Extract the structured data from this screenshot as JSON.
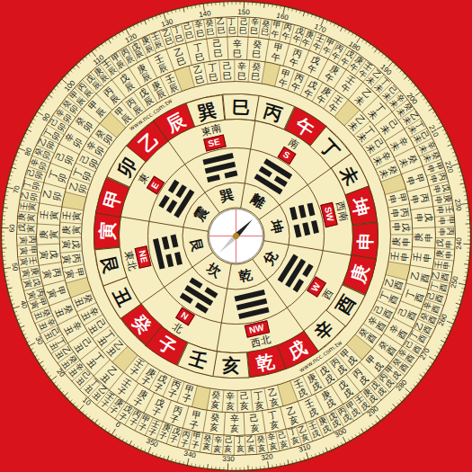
{
  "diagram": {
    "nodes": [
      {
        "text": [
          "子"
        ]
      },
      {
        "text": [
          "癸"
        ]
      },
      {
        "text": [
          "丑"
        ]
      },
      {
        "text": [
          "艮"
        ]
      },
      {
        "text": [
          "寅"
        ]
      },
      {
        "text": [
          "甲"
        ]
      },
      {
        "text": [
          "卯"
        ]
      },
      {
        "text": [
          "乙"
        ]
      },
      {
        "text": [
          "辰"
        ]
      },
      {
        "text": [
          "巽"
        ]
      },
      {
        "text": [
          "巳"
        ]
      },
      {
        "text": [
          "丙"
        ]
      },
      {
        "text": [
          "午"
        ]
      },
      {
        "text": [
          "丁"
        ]
      },
      {
        "text": [
          "未"
        ]
      },
      {
        "text": [
          "坤"
        ]
      },
      {
        "text": [
          "申"
        ]
      },
      {
        "text": [
          "庚"
        ]
      },
      {
        "text": [
          "酉"
        ]
      },
      {
        "text": [
          "辛"
        ]
      },
      {
        "text": [
          "戌"
        ]
      },
      {
        "text": [
          "乾"
        ]
      },
      {
        "text": [
          "亥"
        ]
      },
      {
        "text": [
          "壬"
        ]
      },
      {
        "text": [
          "N"
        ]
      },
      {
        "text": [
          "NE"
        ]
      },
      {
        "text": [
          "E"
        ]
      },
      {
        "text": [
          "SE"
        ]
      },
      {
        "text": [
          "S"
        ]
      },
      {
        "text": [
          "SW"
        ]
      },
      {
        "text": [
          "W"
        ]
      },
      {
        "text": [
          "NW"
        ]
      }
    ],
    "labels": [
      "0",
      "10",
      "20",
      "30",
      "40",
      "50",
      "60",
      "70",
      "80",
      "90",
      "100",
      "110",
      "120",
      "130",
      "140",
      "150",
      "160",
      "170",
      "180",
      "190",
      "200",
      "210",
      "220",
      "230",
      "240",
      "250",
      "260",
      "270",
      "280",
      "290",
      "300",
      "310",
      "320",
      "330",
      "340",
      "350",
      "甲子",
      "丙子",
      "戊子",
      "庚子",
      "壬子",
      "甲子",
      "丙子",
      "戊子",
      "庚子",
      "壬子",
      "乙丑",
      "丁丑",
      "己丑",
      "辛丑",
      "癸丑",
      "乙丑",
      "丁丑",
      "己丑",
      "辛丑",
      "癸丑",
      "甲寅",
      "丙寅",
      "戊寅",
      "庚寅",
      "壬寅",
      "甲寅",
      "丙寅",
      "戊寅",
      "庚寅",
      "壬寅",
      "乙卯",
      "丁卯",
      "己卯",
      "辛卯",
      "癸卯",
      "乙卯",
      "丁卯",
      "己卯",
      "辛卯",
      "癸卯",
      "甲辰",
      "丙辰",
      "戊辰",
      "庚辰",
      "壬辰",
      "甲辰",
      "丙辰",
      "戊辰",
      "庚辰",
      "壬辰",
      "乙巳",
      "丁巳",
      "己巳",
      "辛巳",
      "癸巳",
      "乙巳",
      "丁巳",
      "己巳",
      "辛巳",
      "癸巳",
      "甲午",
      "丙午",
      "戊午",
      "庚午",
      "壬午",
      "甲午",
      "丙午",
      "戊午",
      "庚午",
      "壬午",
      "乙未",
      "丁未",
      "己未",
      "辛未",
      "癸未",
      "乙未",
      "丁未",
      "己未",
      "辛未",
      "癸未",
      "甲申",
      "丙申",
      "戊申",
      "庚申",
      "壬申",
      "甲申",
      "丙申",
      "戊申",
      "庚申",
      "壬申",
      "乙酉",
      "丁酉",
      "己酉",
      "辛酉",
      "癸酉",
      "乙酉",
      "丁酉",
      "己酉",
      "辛酉",
      "癸酉",
      "甲戌",
      "丙戌",
      "戊戌",
      "庚戌",
      "壬戌",
      "甲戌",
      "丙戌",
      "戊戌",
      "庚戌",
      "壬戌",
      "乙亥",
      "丁亥",
      "己亥",
      "辛亥",
      "癸亥",
      "乙亥",
      "丁亥",
      "己亥",
      "辛亥",
      "癸亥",
      "甲子",
      "丙子",
      "戊子",
      "庚子",
      "壬子",
      "乙丑",
      "丁丑",
      "己丑",
      "辛丑",
      "癸丑",
      "甲寅",
      "丙寅",
      "戊寅",
      "庚寅",
      "壬寅",
      "乙卯",
      "丁卯",
      "己卯",
      "辛卯",
      "癸卯",
      "甲辰",
      "丙辰",
      "戊辰",
      "庚辰",
      "壬辰",
      "乙巳",
      "丁巳",
      "己巳",
      "辛巳",
      "癸巳",
      "甲午",
      "丙午",
      "戊午",
      "庚午",
      "壬午",
      "乙未",
      "丁未",
      "己未",
      "辛未",
      "癸未",
      "甲申",
      "丙申",
      "戊申",
      "庚申",
      "壬申",
      "乙酉",
      "丁酉",
      "己酉",
      "辛酉",
      "癸酉",
      "甲戌",
      "丙戌",
      "戊戌",
      "庚戌",
      "壬戌",
      "乙亥",
      "丁亥",
      "己亥",
      "辛亥",
      "癸亥",
      "甲子",
      "丙子",
      "戊子",
      "庚子",
      "壬子",
      "乙丑",
      "丁丑",
      "己丑",
      "辛丑",
      "癸丑",
      "甲寅",
      "丙寅",
      "戊寅",
      "庚寅",
      "壬寅",
      "乙卯",
      "丁卯",
      "己卯",
      "辛卯",
      "癸卯",
      "甲辰",
      "丙辰",
      "戊辰",
      "庚辰",
      "壬辰",
      "乙巳",
      "丁巳",
      "己巳",
      "辛巳",
      "癸巳",
      "甲午",
      "丙午",
      "戊午",
      "庚午",
      "壬午",
      "乙未",
      "丁未",
      "己未",
      "辛未",
      "癸未",
      "甲申",
      "丙申",
      "戊申",
      "庚申",
      "壬申",
      "乙酉",
      "丁酉",
      "己酉",
      "辛酉",
      "癸酉",
      "甲戌",
      "丙戌",
      "戊戌",
      "庚戌",
      "壬戌",
      "乙亥",
      "丁亥",
      "己亥",
      "辛亥",
      "癸亥",
      "北",
      "東北",
      "東",
      "東南",
      "南",
      "西南",
      "西",
      "西北",
      "坎",
      "艮",
      "震",
      "巽",
      "離",
      "坤",
      "兌",
      "乾",
      "www.ncc.com.tw",
      "www.ncc.com.tw"
    ]
  }
}
